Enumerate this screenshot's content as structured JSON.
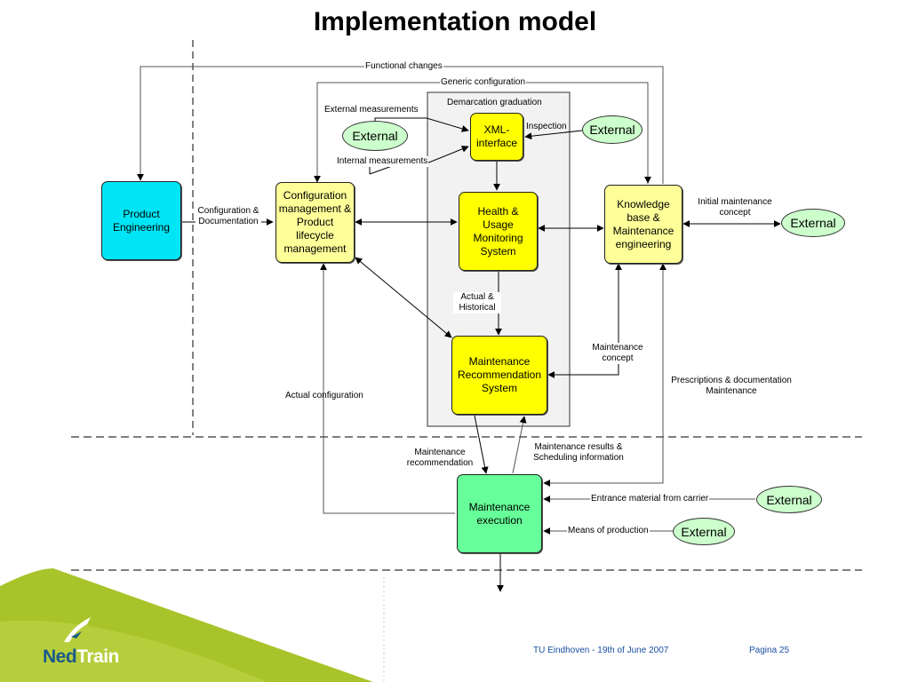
{
  "title": "Implementation model",
  "boxes": {
    "product_engineering": "Product Engineering",
    "config_mgmt": "Configuration management & Product lifecycle management",
    "xml_interface": "XML-interface",
    "hums": "Health & Usage Monitoring System",
    "mrs": "Maintenance Recommendation System",
    "knowledge_base": "Knowledge base & Maintenance engineering",
    "maint_exec": "Maintenance execution"
  },
  "externals": {
    "left": "External",
    "top_right": "External",
    "right": "External",
    "bottom1": "External",
    "bottom2": "External"
  },
  "labels": {
    "functional_changes": "Functional changes",
    "generic_configuration": "Generic configuration",
    "demarcation_graduation": "Demarcation graduation",
    "external_measurements": "External measurements",
    "internal_measurements": "Internal measurements",
    "inspection": "Inspection",
    "configuration_documentation": "Configuration & Documentation",
    "initial_maintenance_concept": "Initial maintenance concept",
    "actual_historical": "Actual & Historical",
    "maintenance_concept": "Maintenance concept",
    "prescriptions": "Prescriptions & documentation Maintenance",
    "actual_configuration": "Actual configuration",
    "maintenance_recommendation": "Maintenance recommendation",
    "maintenance_results": "Maintenance results & Scheduling information",
    "entrance_material": "Entrance material from carrier",
    "means_of_production": "Means of production"
  },
  "footer": {
    "left": "TU Eindhoven - 19th of June 2007",
    "right": "Pagina 25"
  },
  "logo": {
    "ned": "Ned",
    "train": "Train"
  },
  "colors": {
    "cyan": "#00e5f5",
    "yellow": "#ffff00",
    "light_yellow": "#ffff99",
    "green": "#66ff99",
    "external": "#ccffcc",
    "brand_green": "#a8c42a",
    "footer_blue": "#1a4fa0"
  }
}
